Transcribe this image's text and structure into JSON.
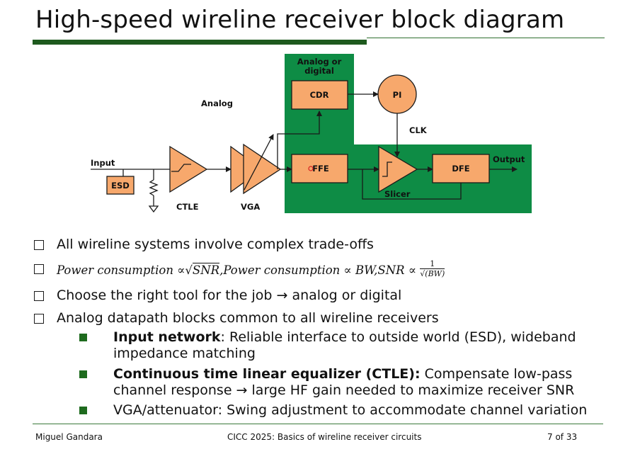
{
  "title": "High-speed wireline receiver block diagram",
  "diagram": {
    "analog_or_digital_line1": "Analog or",
    "analog_or_digital_line2": "digital",
    "analog": "Analog",
    "input": "Input",
    "output": "Output",
    "esd": "ESD",
    "ctle": "CTLE",
    "vga": "VGA",
    "cdr": "CDR",
    "pi": "PI",
    "clk": "CLK",
    "ffe": "FFE",
    "slicer": "Slicer",
    "dfe": "DFE",
    "colors": {
      "green": "#0e8c45",
      "orange": "#f7a86c",
      "stroke": "#1a1a1a"
    }
  },
  "bullets": {
    "b1": "All wireline systems involve complex trade-offs",
    "b2_math": {
      "pc": "Power consumption",
      "propto": "∝",
      "sqrt": "√",
      "snr": "SNR",
      "comma": ",",
      "bw": "BW",
      "one": "1",
      "sqrt_bw": "√(BW)"
    },
    "b3": "Choose the right tool for the job → analog or digital",
    "b4": "Analog datapath blocks common to all wireline receivers",
    "sub1_bold": "Input network",
    "sub1_rest": ": Reliable interface to outside world (ESD), wideband impedance matching",
    "sub2_bold": "Continuous time linear equalizer (CTLE):",
    "sub2_rest": " Compensate low-pass channel response → large HF gain needed to maximize receiver SNR",
    "sub3": "VGA/attenuator: Swing adjustment to accommodate channel variation"
  },
  "footer": {
    "author": "Miguel Gandara",
    "conference": "CICC 2025: Basics of wireline receiver circuits",
    "page": "7 of 33"
  }
}
